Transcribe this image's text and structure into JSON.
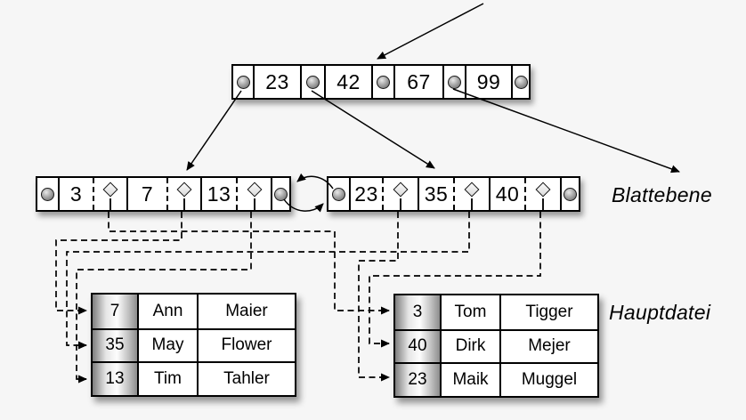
{
  "diagram": {
    "type": "b-plus-tree-index",
    "root_node": {
      "keys": [
        "23",
        "42",
        "67",
        "99"
      ]
    },
    "leaf_level": {
      "label": "Blattebene",
      "left_leaf": {
        "keys": [
          "3",
          "7",
          "13"
        ]
      },
      "right_leaf": {
        "keys": [
          "23",
          "35",
          "40"
        ]
      }
    },
    "main_file": {
      "label": "Hauptdatei",
      "left_table": {
        "rows": [
          {
            "key": "7",
            "first_name": "Ann",
            "last_name": "Maier"
          },
          {
            "key": "35",
            "first_name": "May",
            "last_name": "Flower"
          },
          {
            "key": "13",
            "first_name": "Tim",
            "last_name": "Tahler"
          }
        ]
      },
      "right_table": {
        "rows": [
          {
            "key": "3",
            "first_name": "Tom",
            "last_name": "Tigger"
          },
          {
            "key": "40",
            "first_name": "Dirk",
            "last_name": "Mejer"
          },
          {
            "key": "23",
            "first_name": "Maik",
            "last_name": "Muggel"
          }
        ]
      }
    },
    "icons": {
      "pointer": "sphere-pointer-icon",
      "record_reference": "diamond-pointer-icon",
      "connector": "arrow"
    },
    "colors": {
      "background": "#f6f6f6",
      "line": "#000000",
      "cell_fill": "#ffffff",
      "key_column_gradient": [
        "#7e7e7e",
        "#fdfdfd",
        "#8d8d8d"
      ]
    }
  }
}
